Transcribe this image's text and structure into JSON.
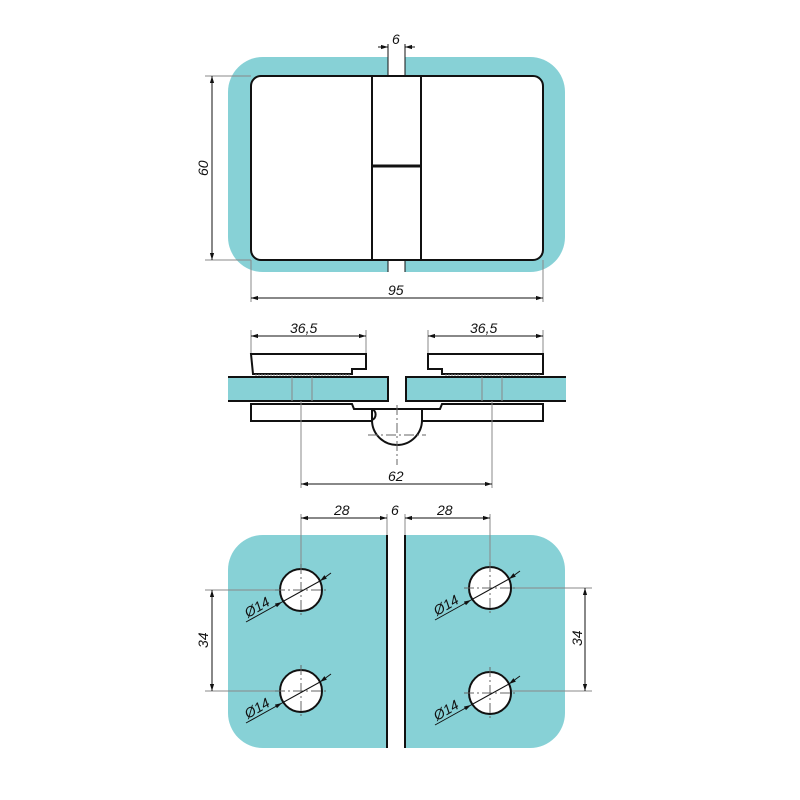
{
  "colors": {
    "glass": "#87d1d6",
    "line": "#111111"
  },
  "top_view": {
    "gap": "6",
    "height": "60",
    "width": "95"
  },
  "side_view": {
    "left_plate": "36,5",
    "right_plate": "36,5",
    "hole_spacing": "62"
  },
  "bottom_view": {
    "left_offset": "28",
    "gap": "6",
    "right_offset": "28",
    "left_spacing": "34",
    "right_spacing": "34",
    "holes": [
      "Ø14",
      "Ø14",
      "Ø14",
      "Ø14"
    ]
  }
}
